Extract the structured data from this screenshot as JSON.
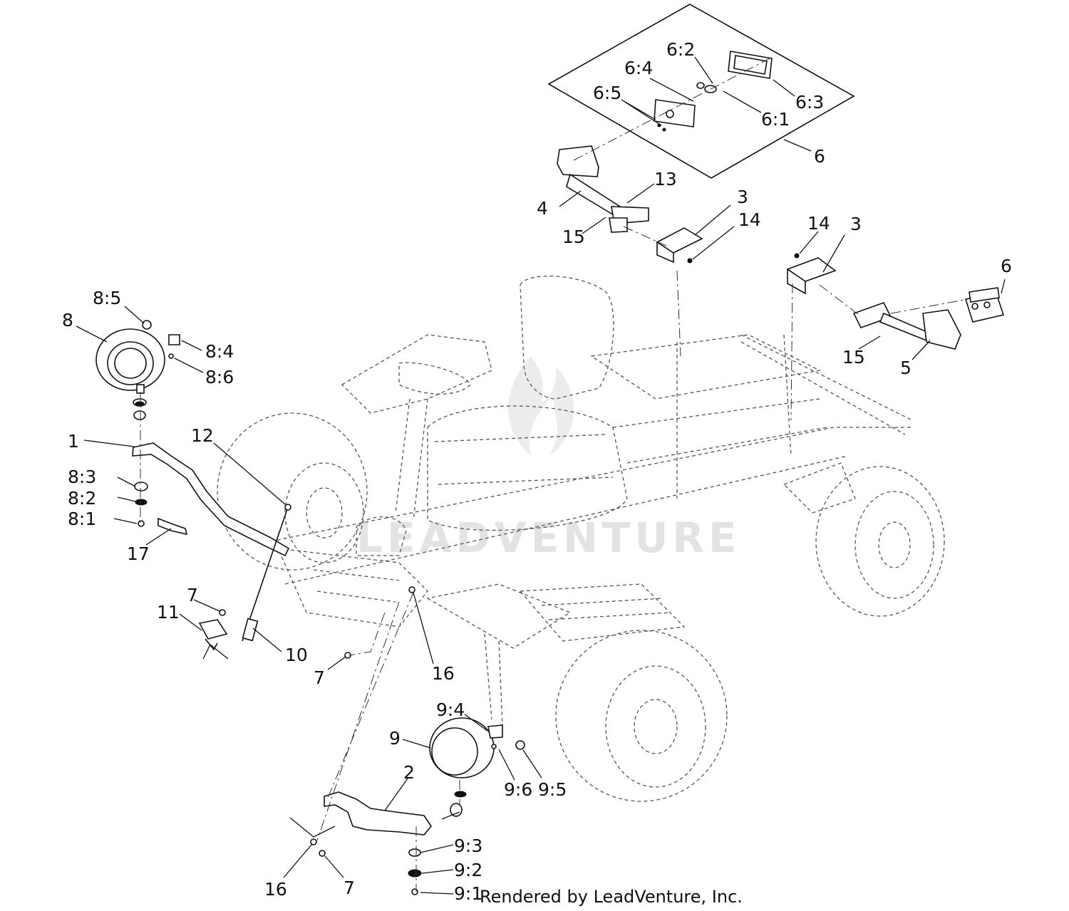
{
  "watermark": {
    "text": "LEADVENTURE"
  },
  "footer": {
    "credit": "Rendered by LeadVenture, Inc."
  },
  "callouts": [
    {
      "id": "c-6-2",
      "label": "6:2"
    },
    {
      "id": "c-6-4",
      "label": "6:4"
    },
    {
      "id": "c-6-5",
      "label": "6:5"
    },
    {
      "id": "c-6-3",
      "label": "6:3"
    },
    {
      "id": "c-6-1",
      "label": "6:1"
    },
    {
      "id": "c-6a",
      "label": "6"
    },
    {
      "id": "c-13",
      "label": "13"
    },
    {
      "id": "c-3a",
      "label": "3"
    },
    {
      "id": "c-4",
      "label": "4"
    },
    {
      "id": "c-14a",
      "label": "14"
    },
    {
      "id": "c-15a",
      "label": "15"
    },
    {
      "id": "c-14b",
      "label": "14"
    },
    {
      "id": "c-3b",
      "label": "3"
    },
    {
      "id": "c-6b",
      "label": "6"
    },
    {
      "id": "c-15b",
      "label": "15"
    },
    {
      "id": "c-5",
      "label": "5"
    },
    {
      "id": "c-8-5",
      "label": "8:5"
    },
    {
      "id": "c-8",
      "label": "8"
    },
    {
      "id": "c-8-4",
      "label": "8:4"
    },
    {
      "id": "c-8-6",
      "label": "8:6"
    },
    {
      "id": "c-1",
      "label": "1"
    },
    {
      "id": "c-12",
      "label": "12"
    },
    {
      "id": "c-8-3",
      "label": "8:3"
    },
    {
      "id": "c-8-2",
      "label": "8:2"
    },
    {
      "id": "c-8-1",
      "label": "8:1"
    },
    {
      "id": "c-17",
      "label": "17"
    },
    {
      "id": "c-7a",
      "label": "7"
    },
    {
      "id": "c-11",
      "label": "11"
    },
    {
      "id": "c-10",
      "label": "10"
    },
    {
      "id": "c-7b",
      "label": "7"
    },
    {
      "id": "c-16a",
      "label": "16"
    },
    {
      "id": "c-9-4",
      "label": "9:4"
    },
    {
      "id": "c-9",
      "label": "9"
    },
    {
      "id": "c-9-6",
      "label": "9:6"
    },
    {
      "id": "c-9-5",
      "label": "9:5"
    },
    {
      "id": "c-2",
      "label": "2"
    },
    {
      "id": "c-9-3",
      "label": "9:3"
    },
    {
      "id": "c-9-2",
      "label": "9:2"
    },
    {
      "id": "c-16b",
      "label": "16"
    },
    {
      "id": "c-7c",
      "label": "7"
    },
    {
      "id": "c-9-1",
      "label": "9:1"
    }
  ]
}
